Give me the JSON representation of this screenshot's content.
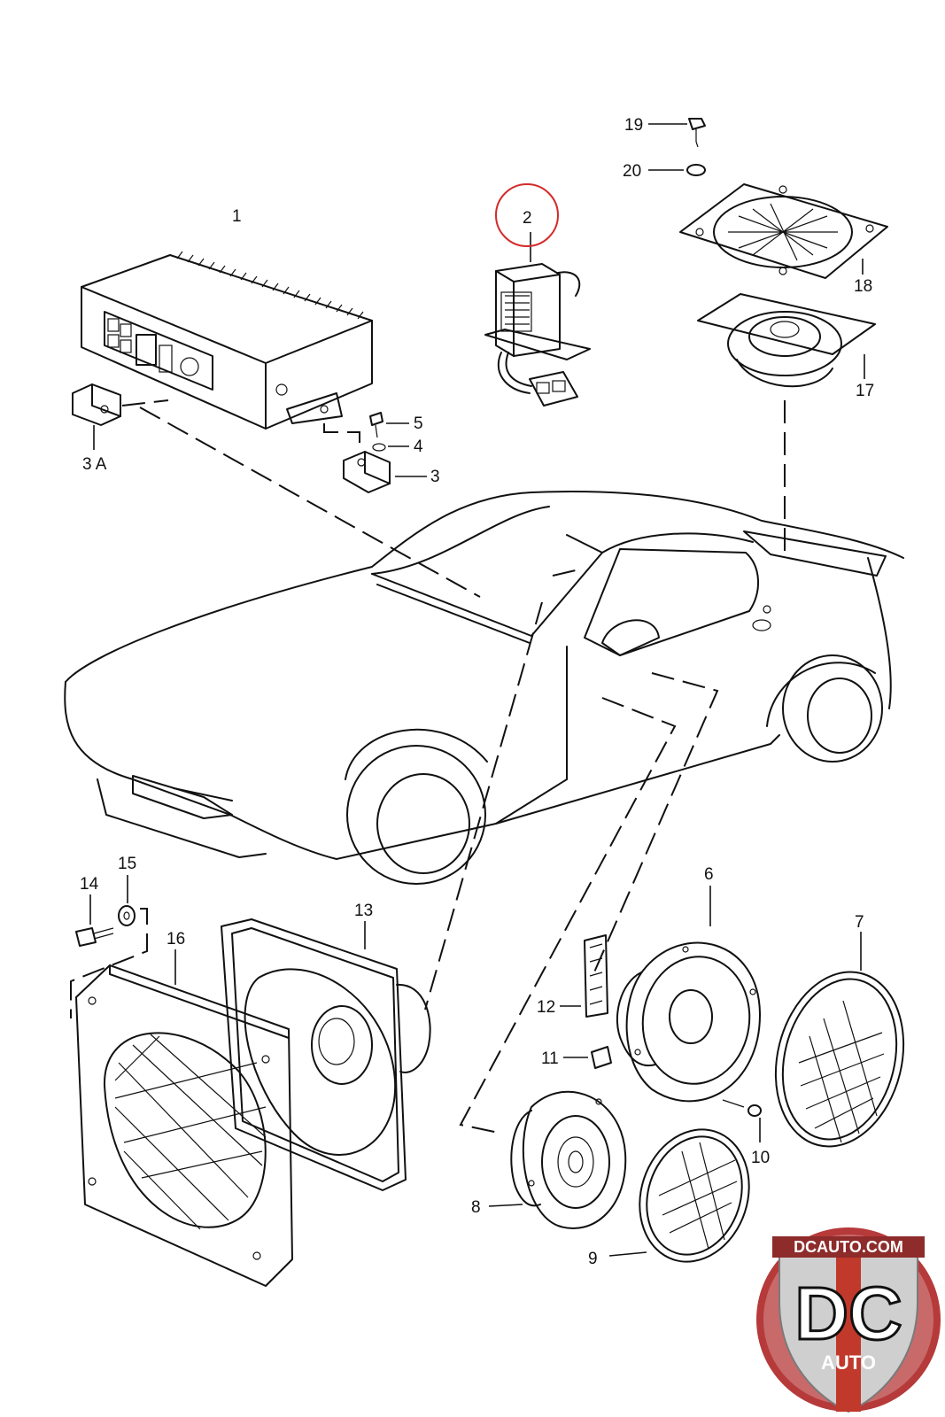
{
  "diagram": {
    "callouts": [
      {
        "key": "1",
        "label": "1"
      },
      {
        "key": "2",
        "label": "2"
      },
      {
        "key": "3",
        "label": "3"
      },
      {
        "key": "3a",
        "label": "3 A"
      },
      {
        "key": "4",
        "label": "4"
      },
      {
        "key": "5",
        "label": "5"
      },
      {
        "key": "6",
        "label": "6"
      },
      {
        "key": "7",
        "label": "7"
      },
      {
        "key": "8",
        "label": "8"
      },
      {
        "key": "9",
        "label": "9"
      },
      {
        "key": "10",
        "label": "10"
      },
      {
        "key": "11",
        "label": "11"
      },
      {
        "key": "12",
        "label": "12"
      },
      {
        "key": "13",
        "label": "13"
      },
      {
        "key": "14",
        "label": "14"
      },
      {
        "key": "15",
        "label": "15"
      },
      {
        "key": "16",
        "label": "16"
      },
      {
        "key": "17",
        "label": "17"
      },
      {
        "key": "18",
        "label": "18"
      },
      {
        "key": "19",
        "label": "19"
      },
      {
        "key": "20",
        "label": "20"
      }
    ],
    "highlighted_callout": "2",
    "highlight_color": "#d42a2a"
  },
  "watermark": {
    "site": "DCAUTO.COM",
    "monogram": "DC",
    "wordmark": "AUTO",
    "colors": {
      "ring": "#b63a3a",
      "band": "#c0392b",
      "silver": "#cfcfcf"
    }
  }
}
